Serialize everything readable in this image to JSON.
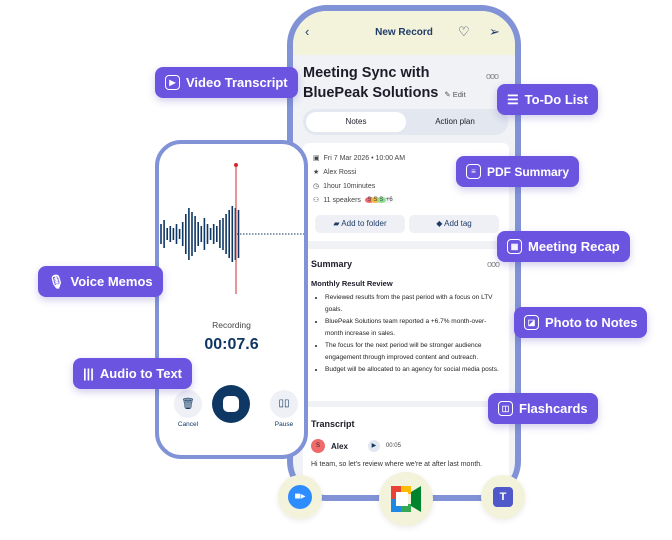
{
  "record": {
    "header_title": "New Record",
    "title": "Meeting Sync with BluePeak Solutions",
    "edit": "Edit",
    "tabs": [
      "Notes",
      "Action plan"
    ],
    "date": "Fri 7 Mar 2026 • 10:00 AM",
    "author": "Alex Rossi",
    "duration": "1hour 10minutes",
    "speakers": "11 speakers",
    "speaker_initials": [
      "S",
      "S",
      "S"
    ],
    "speakers_more": "+6",
    "add_folder": "Add to folder",
    "add_tag": "Add tag",
    "summary_title": "Summary",
    "summary_heading": "Monthly Result Review",
    "summary_items": [
      "Reviewed results from the past period with a focus on LTV goals.",
      "BluePeak Solutions team reported a +6.7% month-over-month increase in sales.",
      "The focus for the next period will be stronger audience engagement through improved content and outreach.",
      "Budget will be allocated to an agency for social media posts."
    ],
    "transcript_title": "Transcript",
    "speaker_initial": "S",
    "speaker_name": "Alex",
    "time": "00:05",
    "transcript_text": "Hi team, so let's review where we're at after last month."
  },
  "recorder": {
    "status": "Recording",
    "timer": "00:07.6",
    "cancel": "Cancel",
    "pause": "Pause"
  },
  "features": [
    "Video Transcript",
    "To-Do List",
    "PDF Summary",
    "Meeting Recap",
    "Voice Memos",
    "Photo to Notes",
    "Audio to Text",
    "Flashcards"
  ],
  "colors": {
    "accent": "#6b55e0",
    "frame": "#8193d6",
    "navy": "#0f3763"
  }
}
